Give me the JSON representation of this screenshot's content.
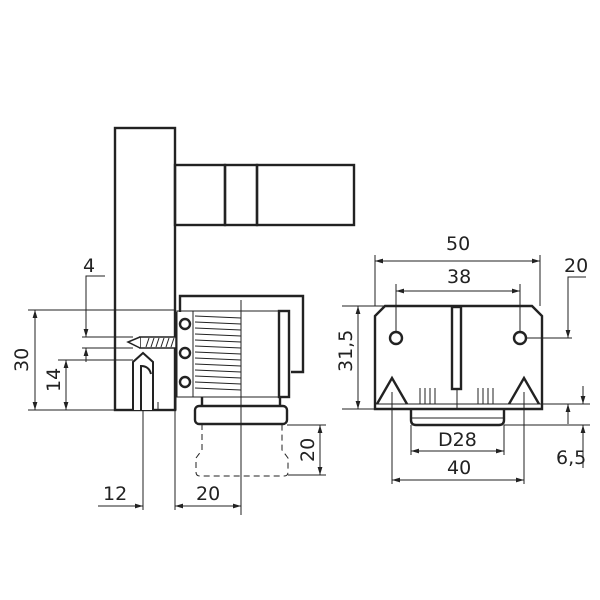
{
  "drawing": {
    "type": "technical-drawing",
    "views": [
      {
        "name": "side-section",
        "description": "Adjustable foot mounted to cabinet side panel, sectional view"
      },
      {
        "name": "front-view",
        "description": "Foot mounting plate front view"
      }
    ],
    "side_view": {
      "dimensions": {
        "panel_offset_4": "4",
        "height_30": "30",
        "height_14": "14",
        "width_12": "12",
        "width_20": "20",
        "adjust_20": "20"
      }
    },
    "front_view": {
      "dimensions": {
        "width_50": "50",
        "hole_spacing_38": "38",
        "height_31_5": "31,5",
        "hole_height_20": "20",
        "foot_diameter": "D28",
        "base_width_40": "40",
        "base_6_5": "6,5"
      }
    },
    "colors": {
      "line": "#222222",
      "background": "#ffffff"
    }
  }
}
